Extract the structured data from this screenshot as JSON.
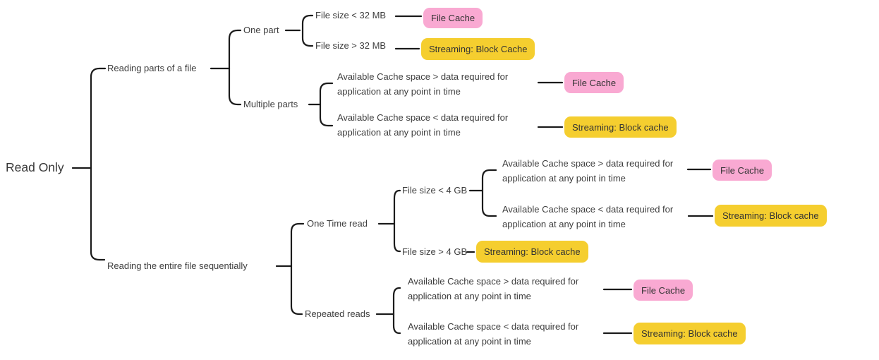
{
  "palette": {
    "pink_leaf": "#F9A9D2",
    "yellow_leaf": "#F5CE2F",
    "line": "#1B1B1B",
    "text": "#3E3E3E"
  },
  "tree": {
    "label": "Read Only",
    "children": [
      {
        "label": "Reading parts of a file",
        "children": [
          {
            "label": "One part",
            "children": [
              {
                "label": "File size < 32 MB",
                "children": [
                  {
                    "label": "File Cache",
                    "leaf": "pink"
                  }
                ]
              },
              {
                "label": "File size > 32 MB",
                "children": [
                  {
                    "label": "Streaming: Block Cache",
                    "leaf": "yellow"
                  }
                ]
              }
            ]
          },
          {
            "label": "Multiple parts",
            "children": [
              {
                "line1": "Available Cache space > data required for",
                "line2": "application at any point in time",
                "children": [
                  {
                    "label": "File Cache",
                    "leaf": "pink"
                  }
                ]
              },
              {
                "line1": "Available Cache space < data required for",
                "line2": "application at any point in time",
                "children": [
                  {
                    "label": "Streaming: Block cache",
                    "leaf": "yellow"
                  }
                ]
              }
            ]
          }
        ]
      },
      {
        "label": "Reading the entire file sequentially",
        "children": [
          {
            "label": "One Time read",
            "children": [
              {
                "label": "File size < 4 GB",
                "children": [
                  {
                    "line1": "Available Cache space > data required for",
                    "line2": "application at any point in time",
                    "children": [
                      {
                        "label": "File Cache",
                        "leaf": "pink"
                      }
                    ]
                  },
                  {
                    "line1": "Available Cache space < data required for",
                    "line2": "application at any point in time",
                    "children": [
                      {
                        "label": "Streaming: Block cache",
                        "leaf": "yellow"
                      }
                    ]
                  }
                ]
              },
              {
                "label": "File size > 4 GB",
                "children": [
                  {
                    "label": "Streaming: Block cache",
                    "leaf": "yellow"
                  }
                ]
              }
            ]
          },
          {
            "label": "Repeated reads",
            "children": [
              {
                "line1": "Available Cache space > data required for",
                "line2": "application at any point in time",
                "children": [
                  {
                    "label": "File Cache",
                    "leaf": "pink"
                  }
                ]
              },
              {
                "line1": "Available Cache space < data required for",
                "line2": "application at any point in time",
                "children": [
                  {
                    "label": "Streaming: Block cache",
                    "leaf": "yellow"
                  }
                ]
              }
            ]
          }
        ]
      }
    ]
  }
}
